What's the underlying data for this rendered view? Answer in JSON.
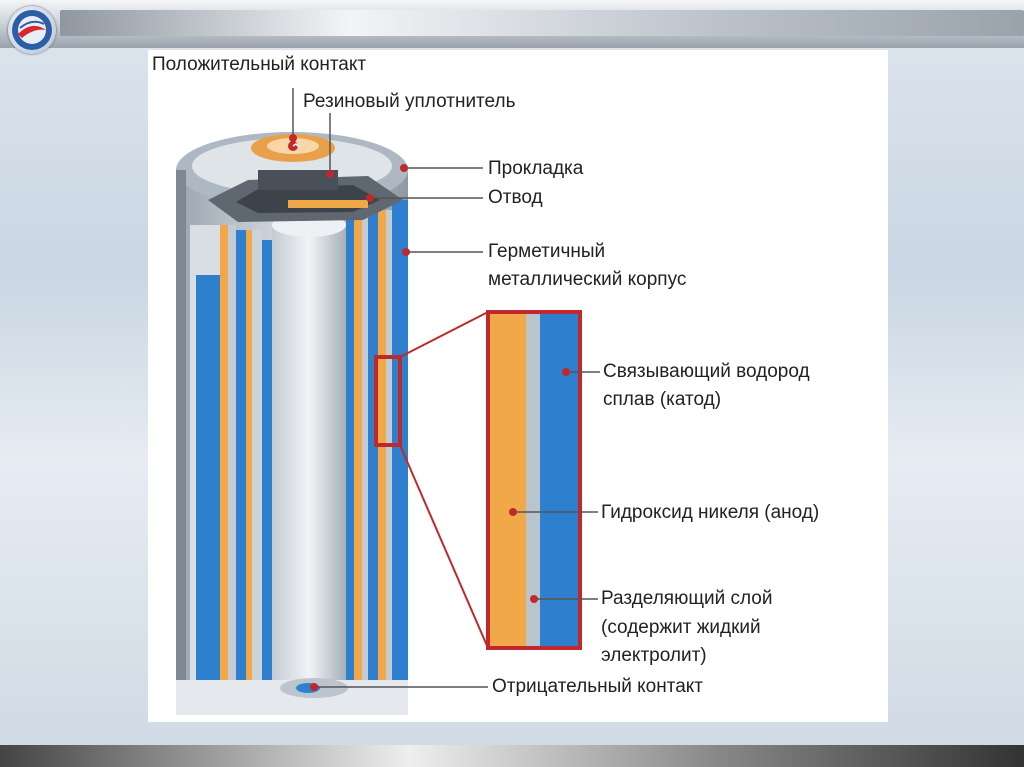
{
  "colors": {
    "blue_layer": "#2f7fcf",
    "orange_layer": "#f0a848",
    "separator": "#b9c4cc",
    "leader_dot": "#c0292b",
    "zoom_frame": "#c0292b"
  },
  "logo": {
    "icon": "globe-emblem-icon"
  },
  "labels": {
    "positive_contact": "Положительный контакт",
    "rubber_seal": "Резиновый уплотнитель",
    "gasket": "Прокладка",
    "tab": "Отвод",
    "case_line1": "Герметичный",
    "case_line2": "металлический корпус",
    "cathode_line1": "Связывающий водород",
    "cathode_line2": "сплав (катод)",
    "anode": "Гидроксид никеля (анод)",
    "separator_line1": "Разделяющий слой",
    "separator_line2": "(содержит жидкий",
    "separator_line3": "электролит)",
    "negative_contact": "Отрицательный контакт"
  }
}
